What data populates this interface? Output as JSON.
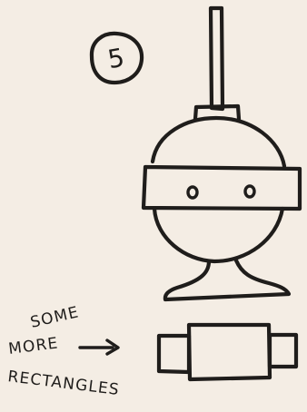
{
  "badge": {
    "number": "5"
  },
  "annotation": {
    "line_1": "SOME",
    "line_2": "MORE",
    "line_3": "RECTANGLES"
  },
  "colors": {
    "paper": "#f4ede4",
    "ink": "#1f1d1b"
  }
}
